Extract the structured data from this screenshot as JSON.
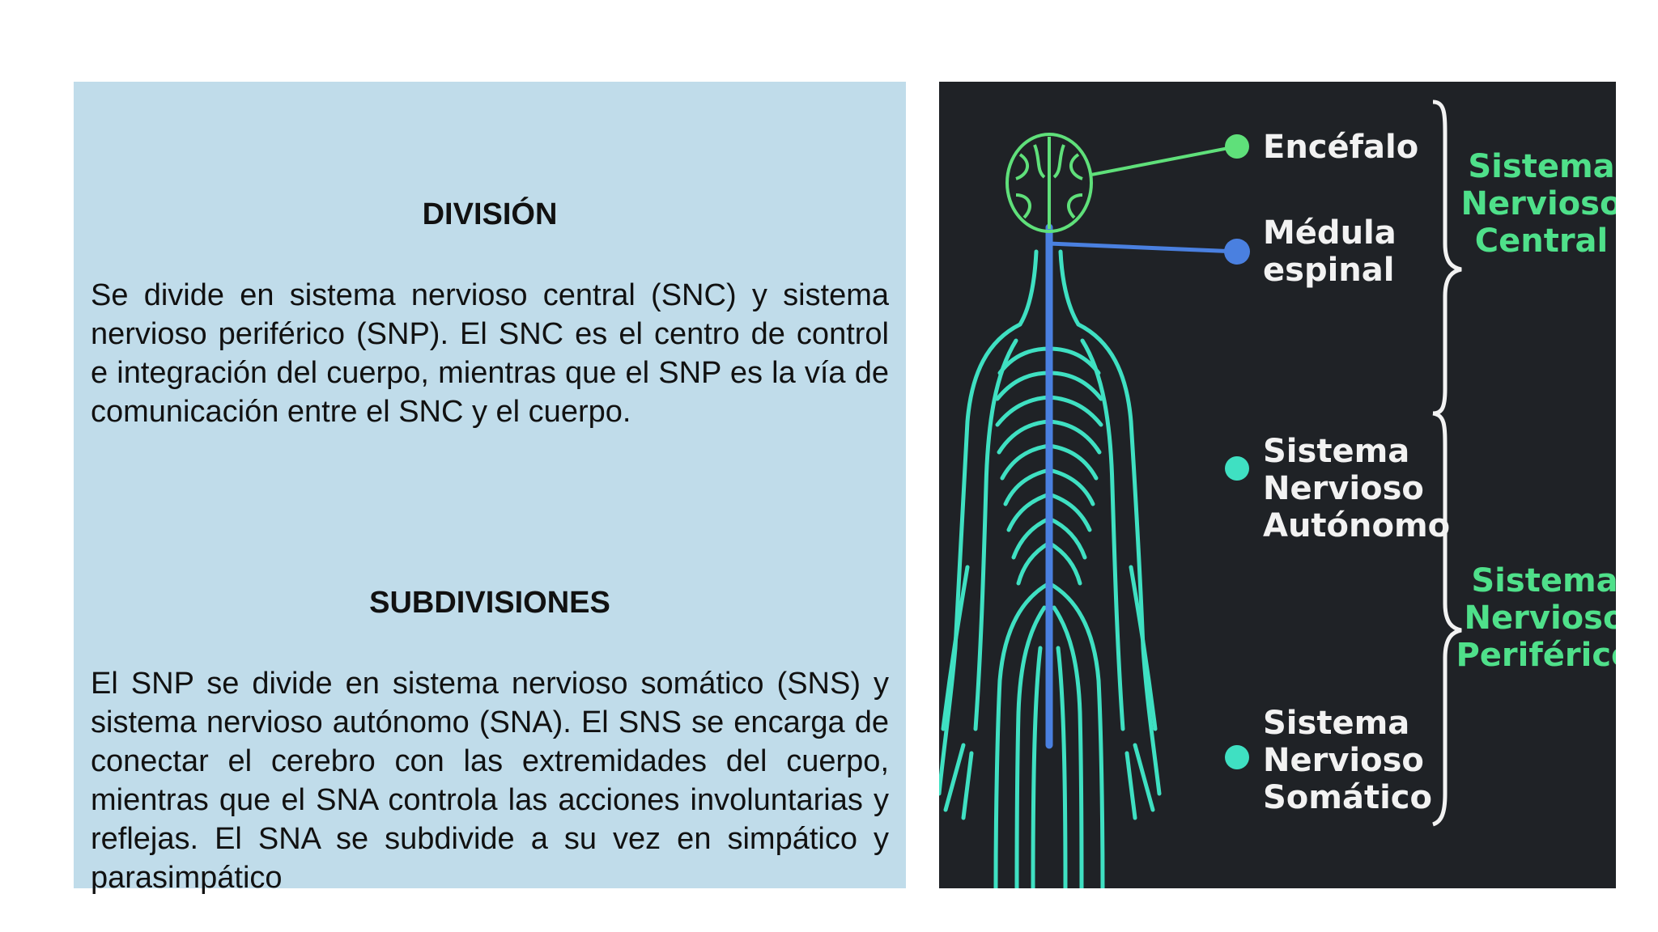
{
  "section1": {
    "heading": "DIVISIÓN",
    "body": "Se divide en sistema nervioso central (SNC) y sistema nervioso periférico (SNP). El SNC es el centro de control e integración del cuerpo, mientras que el SNP es la vía de comunicación entre el SNC y el cuerpo."
  },
  "section2": {
    "heading": "SUBDIVISIONES",
    "body": "El SNP se divide en sistema nervioso somático (SNS) y sistema nervioso autónomo (SNA). El SNS se encarga de conectar el cerebro con las extremidades del cuerpo, mientras que el SNA controla las acciones involuntarias y reflejas. El SNA se subdivide a su vez en simpático y parasimpático"
  },
  "diagram": {
    "labels": {
      "encefalo": "Encéfalo",
      "medula_1": "Médula",
      "medula_2": "espinal",
      "autonomo_1": "Sistema",
      "autonomo_2": "Nervioso",
      "autonomo_3": "Autónomo",
      "somatico_1": "Sistema",
      "somatico_2": "Nervioso",
      "somatico_3": "Somático"
    },
    "groups": {
      "central_1": "Sistema",
      "central_2": "Nervioso",
      "central_3": "Central",
      "periferico_1": "Sistema",
      "periferico_2": "Nervioso",
      "periferico_3": "Periférico"
    },
    "colors": {
      "background": "#1f2226",
      "nerves": "#3fe0c2",
      "brain": "#5fe07a",
      "spine": "#4a80e0",
      "group_text": "#4fe08a",
      "label_text": "#f2f2f2"
    }
  }
}
